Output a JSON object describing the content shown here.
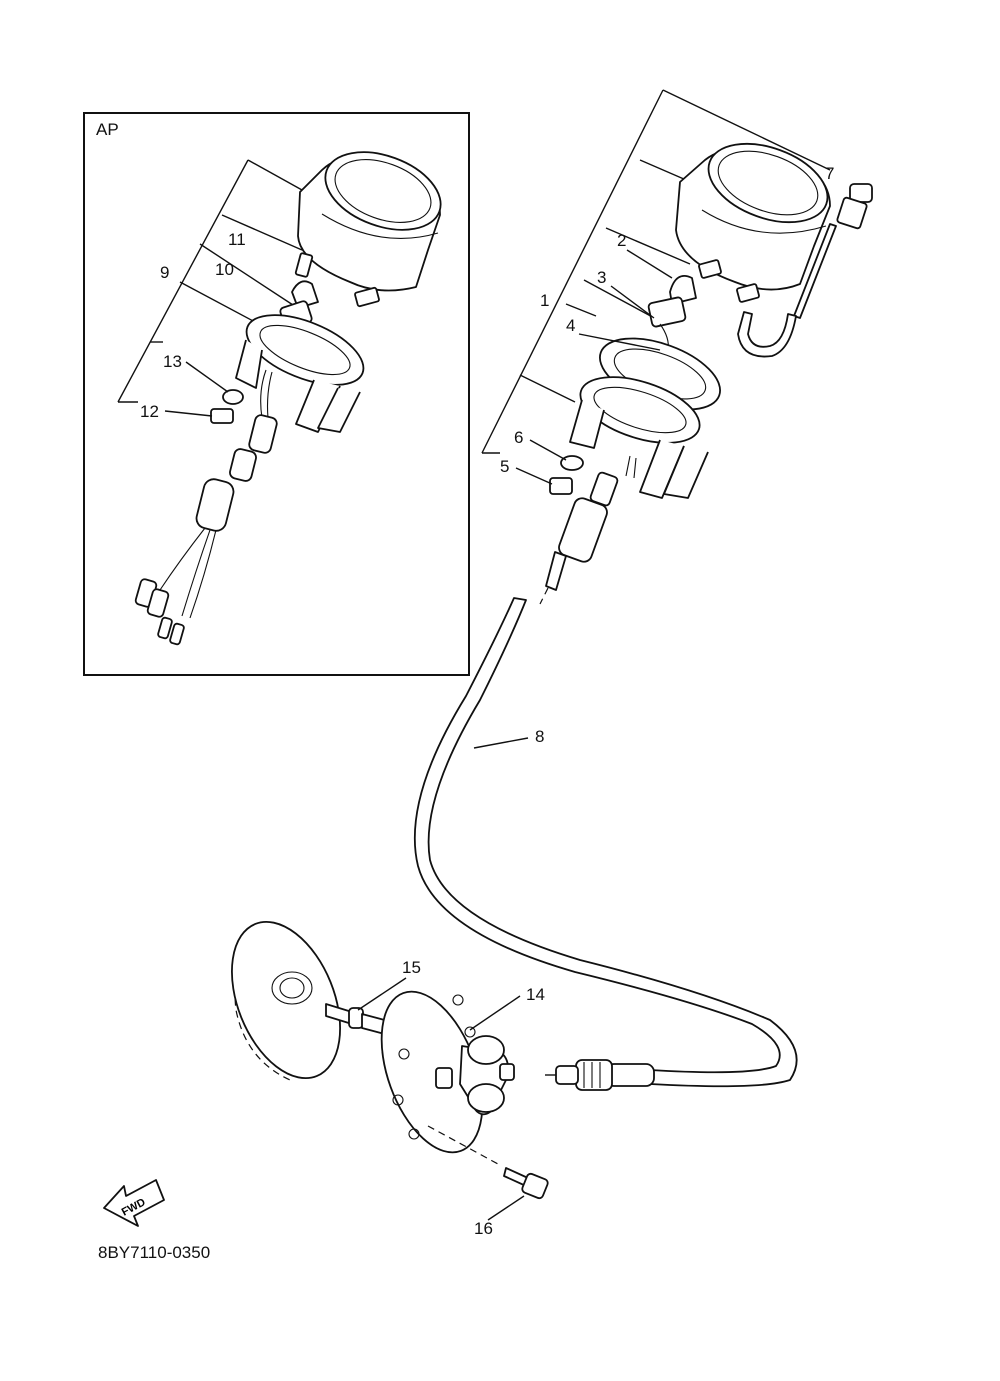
{
  "inset_label": "AP",
  "catalog_number": "8BY7110-0350",
  "fwd_badge": "FWD",
  "callouts": [
    "1",
    "2",
    "3",
    "4",
    "5",
    "6",
    "7",
    "8",
    "9",
    "10",
    "11",
    "12",
    "13",
    "14",
    "15",
    "16"
  ]
}
